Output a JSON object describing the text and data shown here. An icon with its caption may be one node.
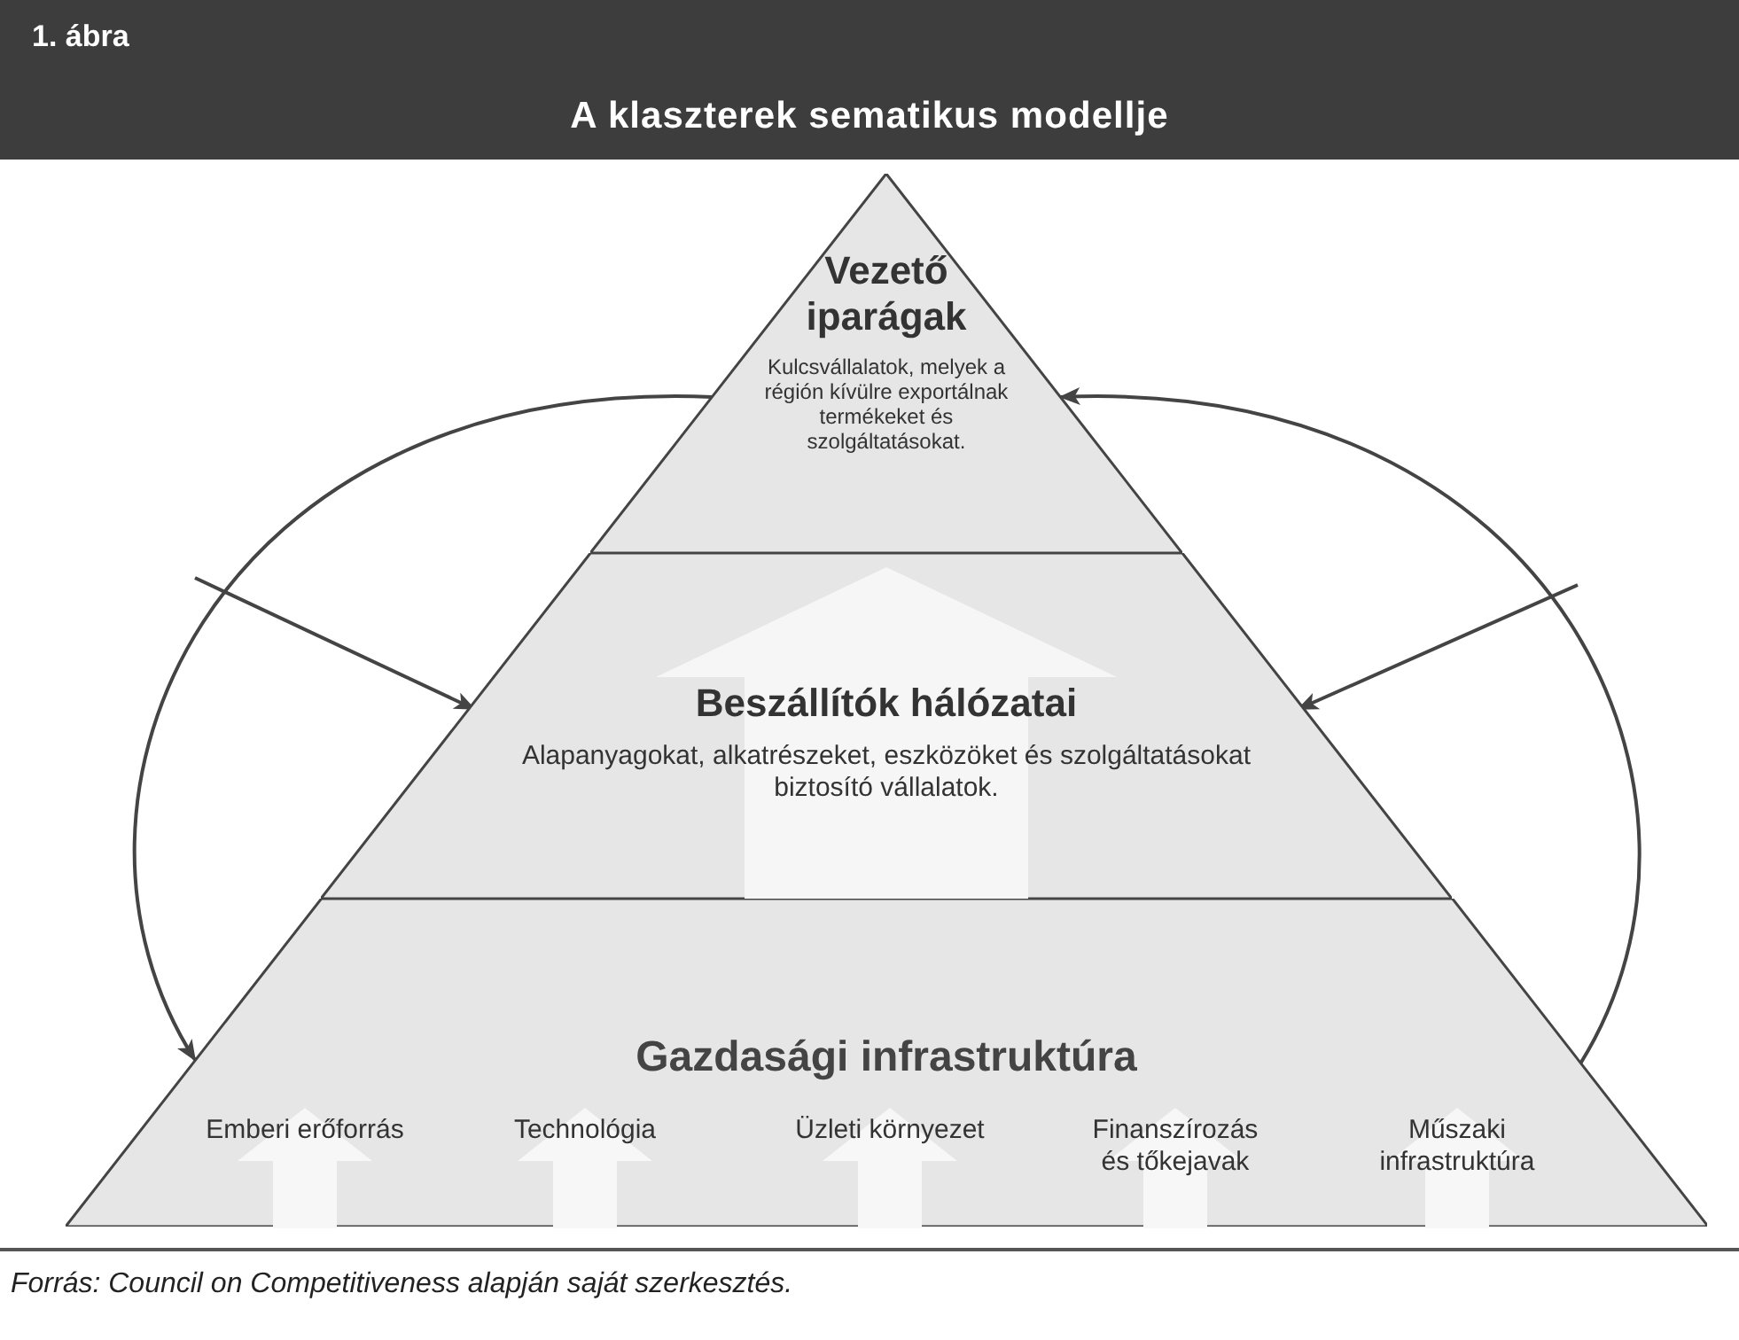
{
  "diagram": {
    "title": "A klaszterek sematikus modellje",
    "caption": "Forrás: Council on Competitiveness alapján saját szerkesztés.",
    "labels": [
      "1. ábra"
    ],
    "nodes": [
      {
        "text": [
          "Vezető iparágak",
          "Kulcsvállalatok, melyek a régión kívülre exportálnak termékeket és szolgáltatásokat."
        ]
      },
      {
        "text": [
          "Beszállítók hálózatai",
          "Alapanyagokat, alkatrészeket, eszközöket és szolgáltatásokat biztosító vállalatok."
        ]
      },
      {
        "text": [
          "Gazdasági infrastruktúra"
        ]
      },
      {
        "text": [
          "Emberi erőforrás"
        ],
        "in": 2
      },
      {
        "text": [
          "Technológia"
        ],
        "in": 2
      },
      {
        "text": [
          "Üzleti környezet"
        ],
        "in": 2
      },
      {
        "text": [
          "Finanszírozás és tőkejavak"
        ],
        "in": 2
      },
      {
        "text": [
          "Műszaki infrastruktúra"
        ],
        "in": 2
      }
    ],
    "edges": [
      {
        "from": 0,
        "to": 2,
        "arrow": "to"
      },
      {
        "from": 2,
        "to": 0,
        "arrow": "to"
      },
      {
        "from": null,
        "to": 1,
        "arrow": "to"
      },
      {
        "from": null,
        "to": 1,
        "arrow": "to"
      }
    ]
  }
}
